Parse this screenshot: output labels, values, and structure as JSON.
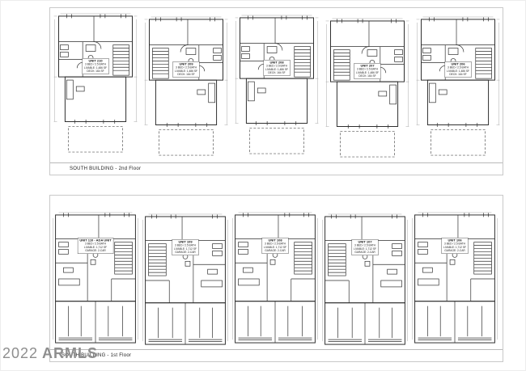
{
  "watermark": {
    "year": "2022",
    "brand": "ARMLS"
  },
  "sheets": [
    {
      "caption": "SOUTH BUILDING - 2nd Floor",
      "units": [
        {
          "label": "UNIT 210",
          "lines": [
            "3 BED / 2.5 BATH",
            "LIVABLE: 1,486 SF",
            "DECK: 164 SF"
          ]
        },
        {
          "label": "UNIT 209",
          "lines": [
            "3 BED / 2.5 BATH",
            "LIVABLE: 1,486 SF",
            "DECK: 164 SF"
          ]
        },
        {
          "label": "UNIT 208",
          "lines": [
            "3 BED / 2.5 BATH",
            "LIVABLE: 1,486 SF",
            "DECK: 164 SF"
          ]
        },
        {
          "label": "UNIT 207",
          "lines": [
            "3 BED / 2.5 BATH",
            "LIVABLE: 1,486 SF",
            "DECK: 164 SF"
          ]
        },
        {
          "label": "UNIT 206",
          "lines": [
            "3 BED / 2.5 BATH",
            "LIVABLE: 1,486 SF",
            "DECK: 164 SF"
          ]
        }
      ]
    },
    {
      "caption": "SOUTH BUILDING - 1st Floor",
      "units": [
        {
          "label": "UNIT 110 - ADA UNIT",
          "lines": [
            "3 BED / 2.5 BATH",
            "LIVABLE: 1,712 SF",
            "GARAGE: 2-CAR"
          ]
        },
        {
          "label": "UNIT 109",
          "lines": [
            "3 BED / 2.5 BATH",
            "LIVABLE: 1,712 SF",
            "GARAGE: 2-CAR"
          ]
        },
        {
          "label": "UNIT 108",
          "lines": [
            "3 BED / 2.5 BATH",
            "LIVABLE: 1,712 SF",
            "GARAGE: 2-CAR"
          ]
        },
        {
          "label": "UNIT 107",
          "lines": [
            "3 BED / 2.5 BATH",
            "LIVABLE: 1,712 SF",
            "GARAGE: 2-CAR"
          ]
        },
        {
          "label": "UNIT 106",
          "lines": [
            "3 BED / 2.5 BATH",
            "LIVABLE: 1,712 SF",
            "GARAGE: 2-CAR"
          ]
        }
      ]
    }
  ]
}
